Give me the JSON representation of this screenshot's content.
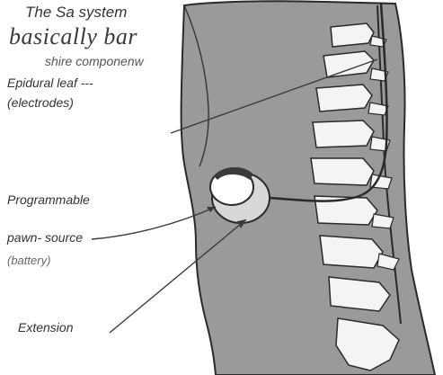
{
  "labels": {
    "title_line1": "The Sa system",
    "title_line2": "basically bar",
    "title_line3": "shire componenw",
    "epidural_leaf": "Epidural leaf ---",
    "electrodes": "(electrodes)",
    "programmable": "Programmable",
    "power_source": "pawn-  source",
    "battery": "(battery)",
    "extension": "Extension"
  },
  "colors": {
    "body_fill": "#9a9a9a",
    "bone_fill": "#f4f4f4",
    "line": "#2a2a2a",
    "device_fill": "#d8d8d8",
    "device_dark": "#3a3a3a"
  }
}
